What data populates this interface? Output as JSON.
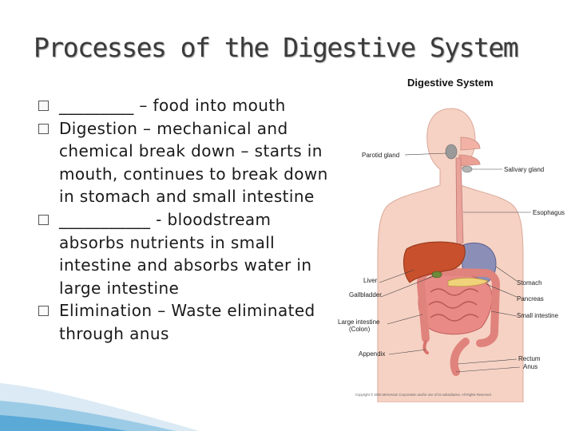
{
  "slide": {
    "title": "Processes of the Digestive System",
    "bullets": [
      "_________ – food into mouth",
      "Digestion – mechanical and chemical break down – starts in mouth, continues to break down in stomach and small intestine",
      "___________ - bloodstream absorbs nutrients in small intestine and absorbs water in large intestine",
      "Elimination – Waste eliminated through anus"
    ]
  },
  "diagram": {
    "title": "Digestive System",
    "labels": {
      "parotid": "Parotid gland",
      "salivary": "Salivary gland",
      "esophagus": "Esophagus",
      "liver": "Liver",
      "gallbladder": "Gallbladder",
      "stomach": "Stomach",
      "pancreas": "Pancreas",
      "small_intestine": "Small intestine",
      "large_intestine_1": "Large intestine",
      "large_intestine_2": "(Colon)",
      "appendix": "Appendix",
      "rectum": "Rectum",
      "anus": "Anus"
    },
    "copyright": "Copyright © 2005 McKesson Corporation and/or one of its subsidiaries. All Rights Reserved."
  },
  "colors": {
    "skin": "#f6d2c4",
    "liver": "#c8502c",
    "intestine": "#e98a86",
    "esophagus": "#e9a39b",
    "stomach": "#8b8fb8",
    "title_text": "#3b3b3b",
    "accent_blue": "#5aa9d6"
  }
}
